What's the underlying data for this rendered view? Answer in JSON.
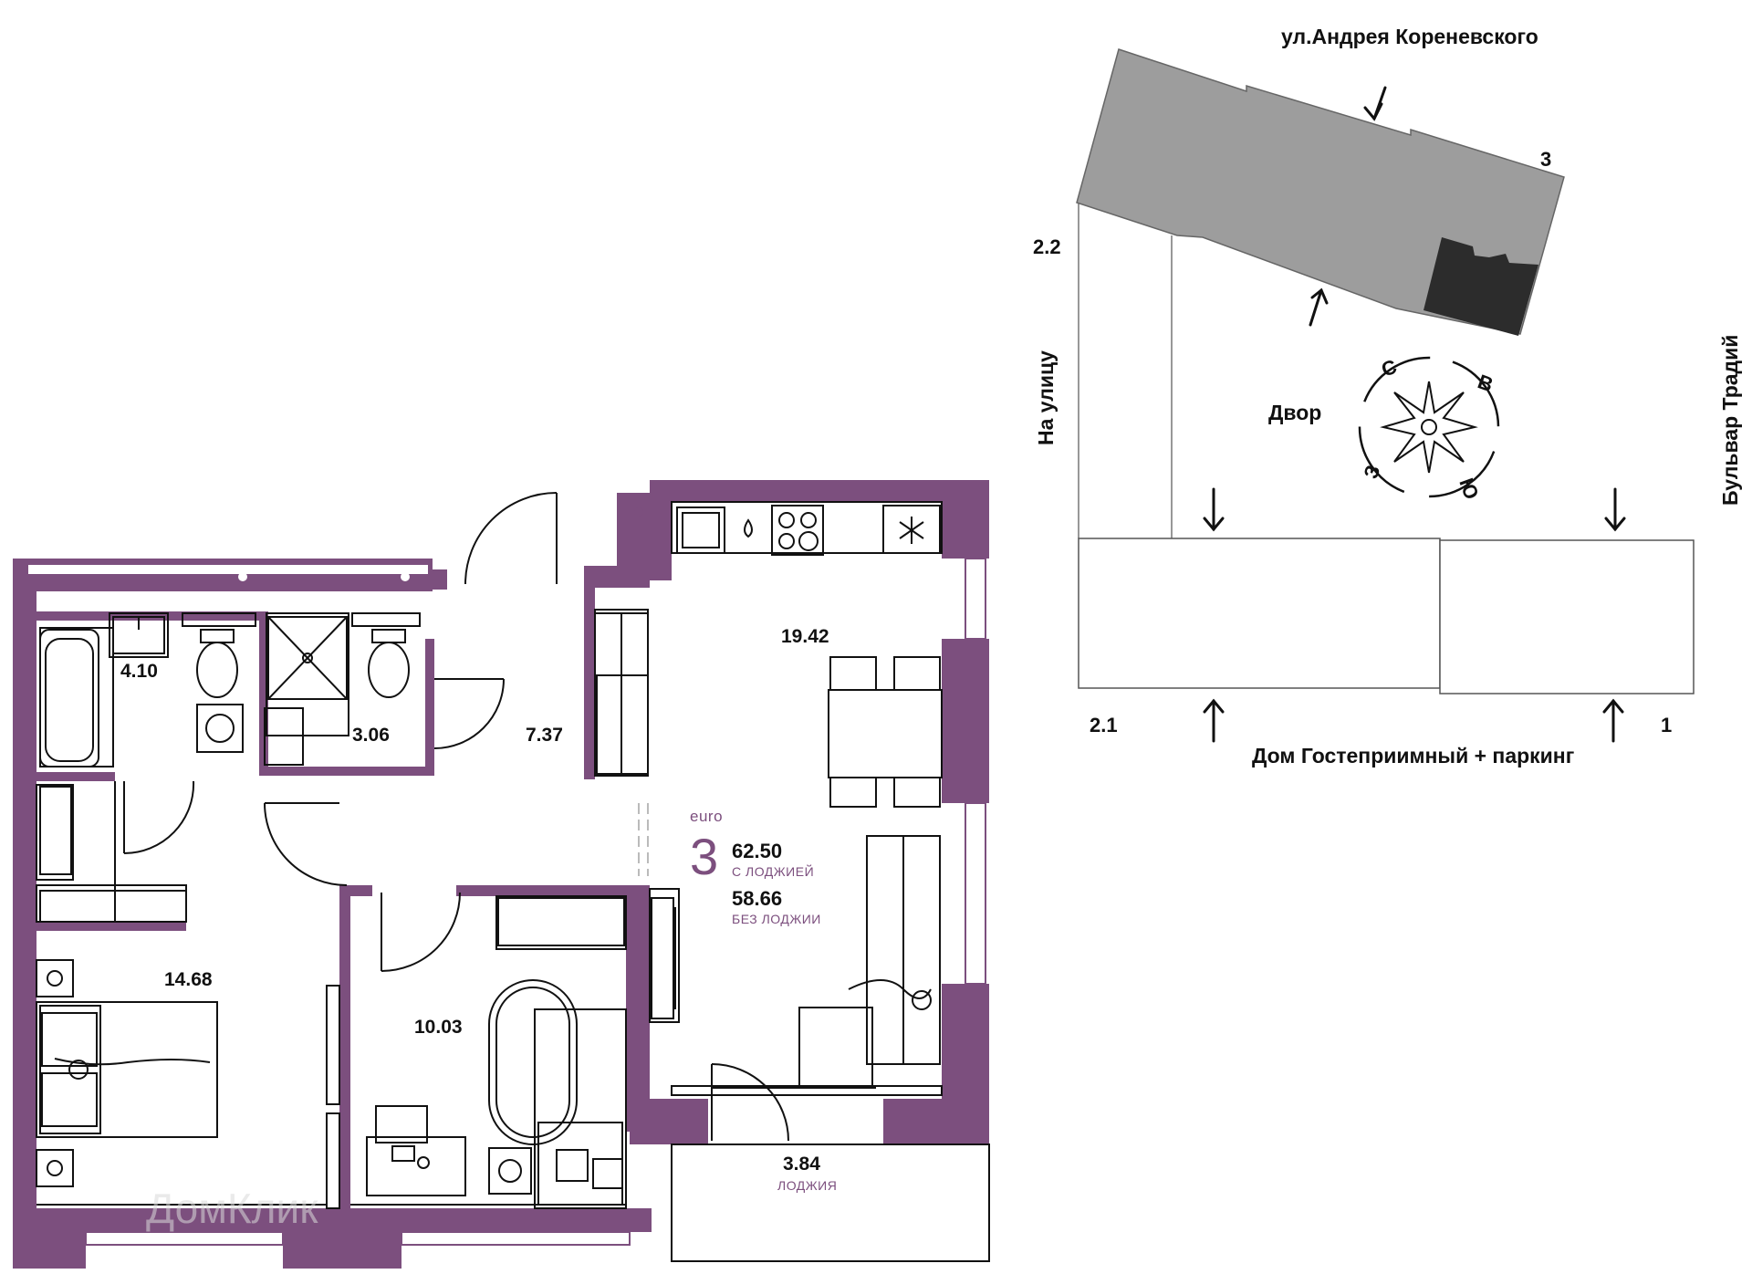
{
  "colors": {
    "wall": "#7c4f7e",
    "building": "#9d9d9d",
    "building_dark": "#2c2c2c",
    "line": "#111111",
    "accent_text": "#7c4f7e"
  },
  "floorplan": {
    "rooms": [
      {
        "id": "bathroom",
        "area": "4.10"
      },
      {
        "id": "wc",
        "area": "3.06"
      },
      {
        "id": "hall",
        "area": "7.37"
      },
      {
        "id": "kitchen_living",
        "area": "19.42"
      },
      {
        "id": "bedroom",
        "area": "14.68"
      },
      {
        "id": "room2",
        "area": "10.03"
      },
      {
        "id": "loggia",
        "area": "3.84",
        "label": "ЛОДЖИЯ"
      }
    ],
    "apartment": {
      "type_label": "euro",
      "rooms_count": "3",
      "total_with_loggia": "62.50",
      "with_loggia_label": "С ЛОДЖИЕЙ",
      "total_without_loggia": "58.66",
      "without_loggia_label": "БЕЗ ЛОДЖИИ"
    },
    "watermark": "ДомКлик"
  },
  "siteplan": {
    "street_top": "ул.Андрея Кореневского",
    "street_left": "На улицу",
    "street_right": "Бульвар Традий",
    "bottom_label": "Дом Гостеприимный + паркинг",
    "courtyard": "Двор",
    "sections": {
      "s3": "3",
      "s22": "2.2",
      "s21": "2.1",
      "s1": "1"
    },
    "compass": {
      "n": "С",
      "e": "В",
      "s": "Ю",
      "w": "З"
    }
  }
}
